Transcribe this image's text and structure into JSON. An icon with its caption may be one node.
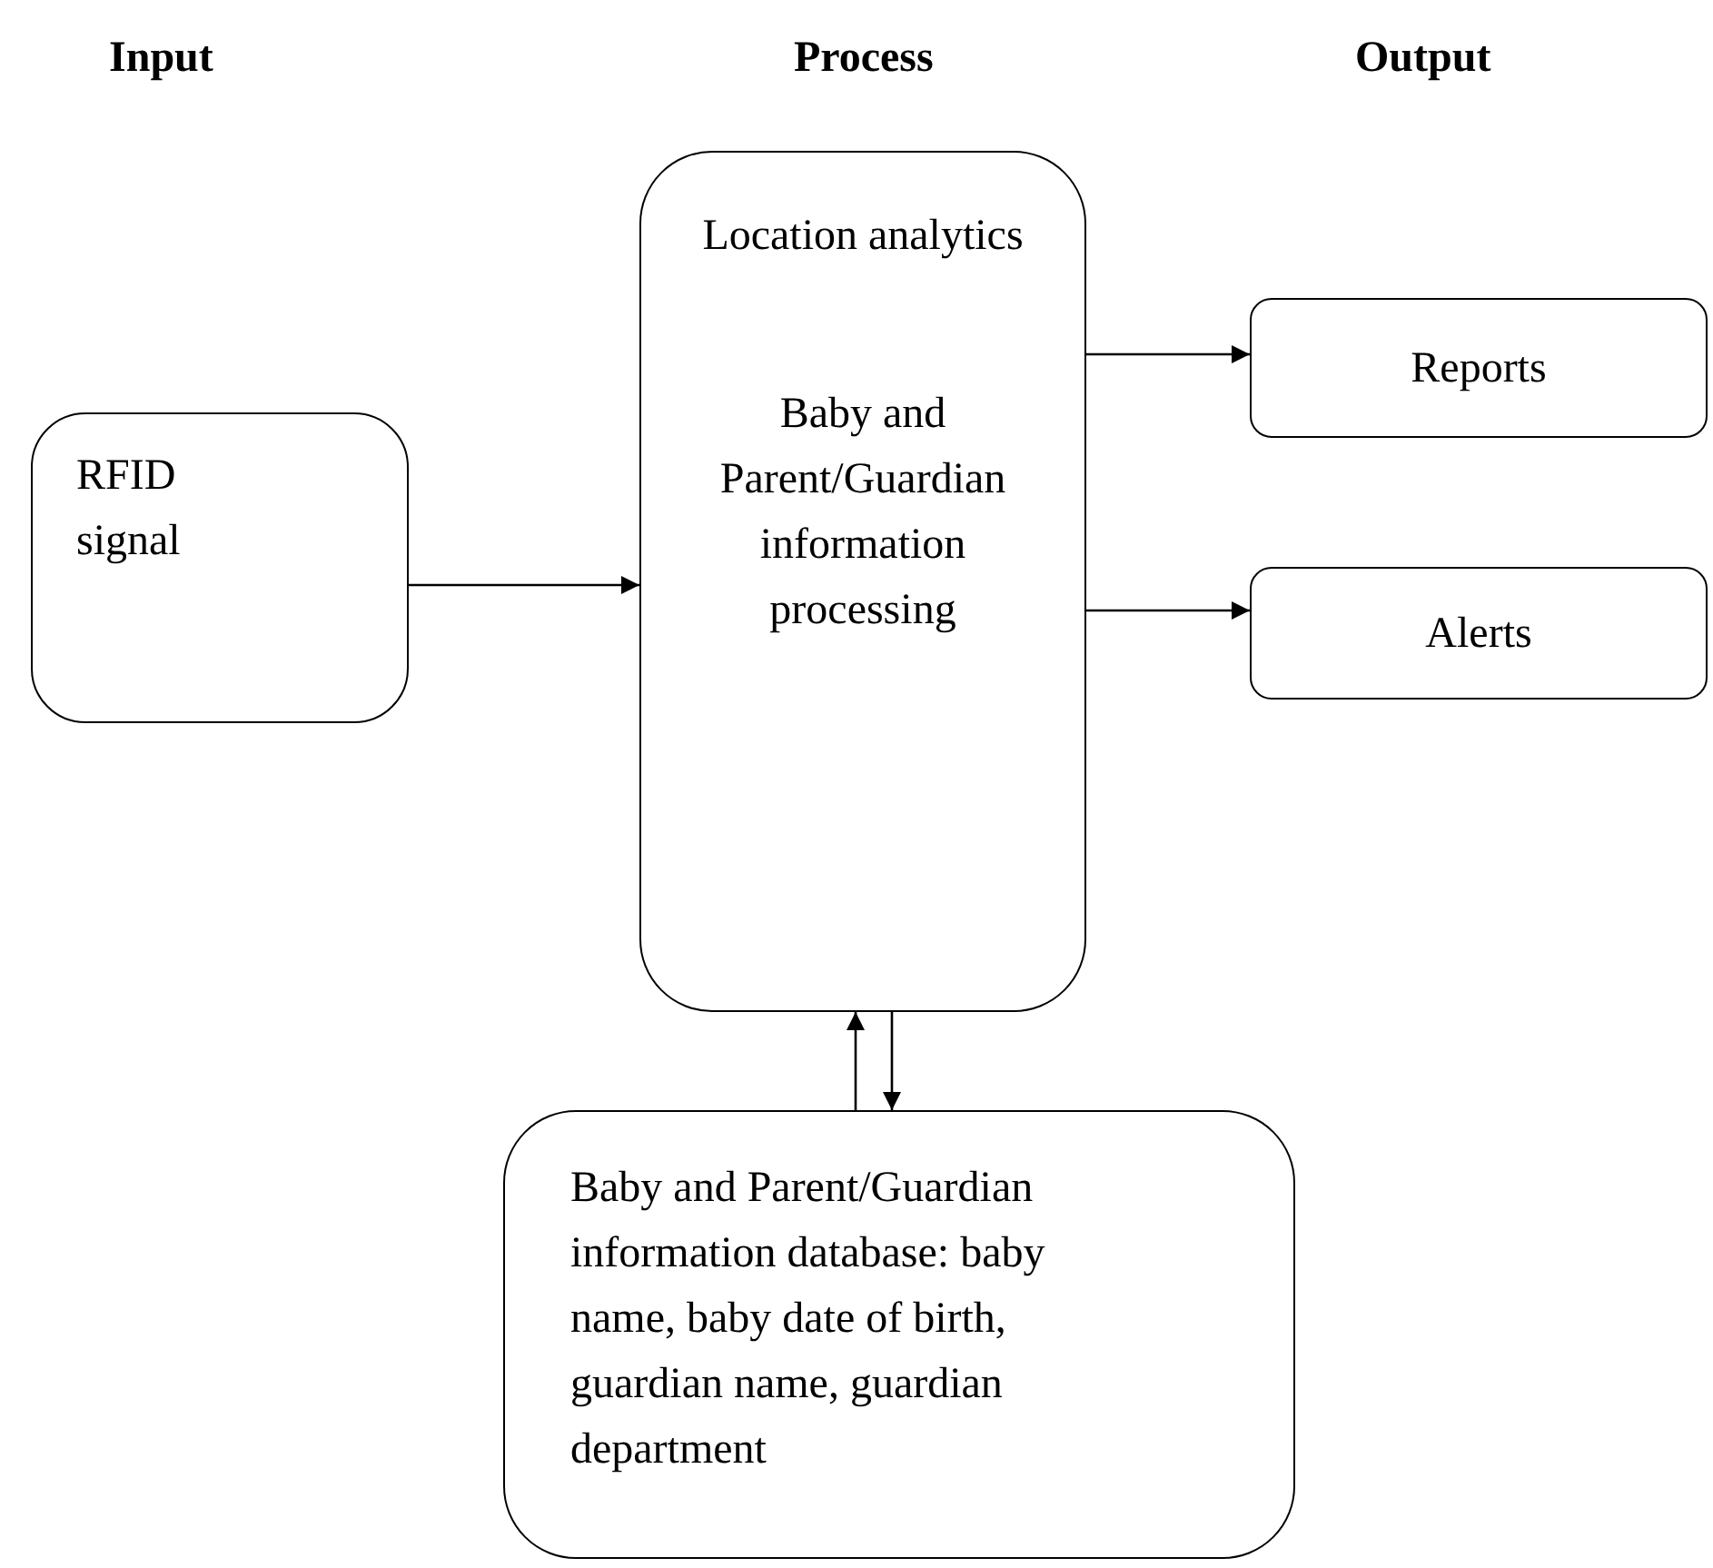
{
  "diagram": {
    "nodes": [
      {
        "text": [
          "Location analytics",
          "Baby and Parent/Guardian information processing"
        ]
      },
      {
        "text": [
          "RFID signal"
        ]
      },
      {
        "text": [
          "Reports"
        ]
      },
      {
        "text": [
          "Alerts"
        ]
      },
      {
        "text": [
          "Baby and Parent/Guardian information database: baby name, baby date of birth, guardian name, guardian department"
        ]
      }
    ],
    "edges": [
      {
        "from": 1,
        "to": 0,
        "arrow": "to"
      },
      {
        "from": 0,
        "to": 2,
        "arrow": "to"
      },
      {
        "from": 0,
        "to": 3,
        "arrow": "to"
      },
      {
        "from": 4,
        "to": 0,
        "arrow": "to"
      },
      {
        "from": 0,
        "to": 4,
        "arrow": "to"
      }
    ],
    "labels": [
      "Input",
      "Process",
      "Output"
    ]
  }
}
